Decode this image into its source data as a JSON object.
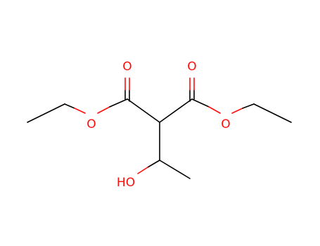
{
  "colors": {
    "background": "#ffffff",
    "carbon_bond": "#000000",
    "oxygen": "#ff0d0d"
  },
  "atoms": {
    "o_left_carbonyl": "O",
    "o_left_ester": "O",
    "o_right_carbonyl": "O",
    "o_right_ester": "O",
    "hydroxyl": "HO"
  }
}
